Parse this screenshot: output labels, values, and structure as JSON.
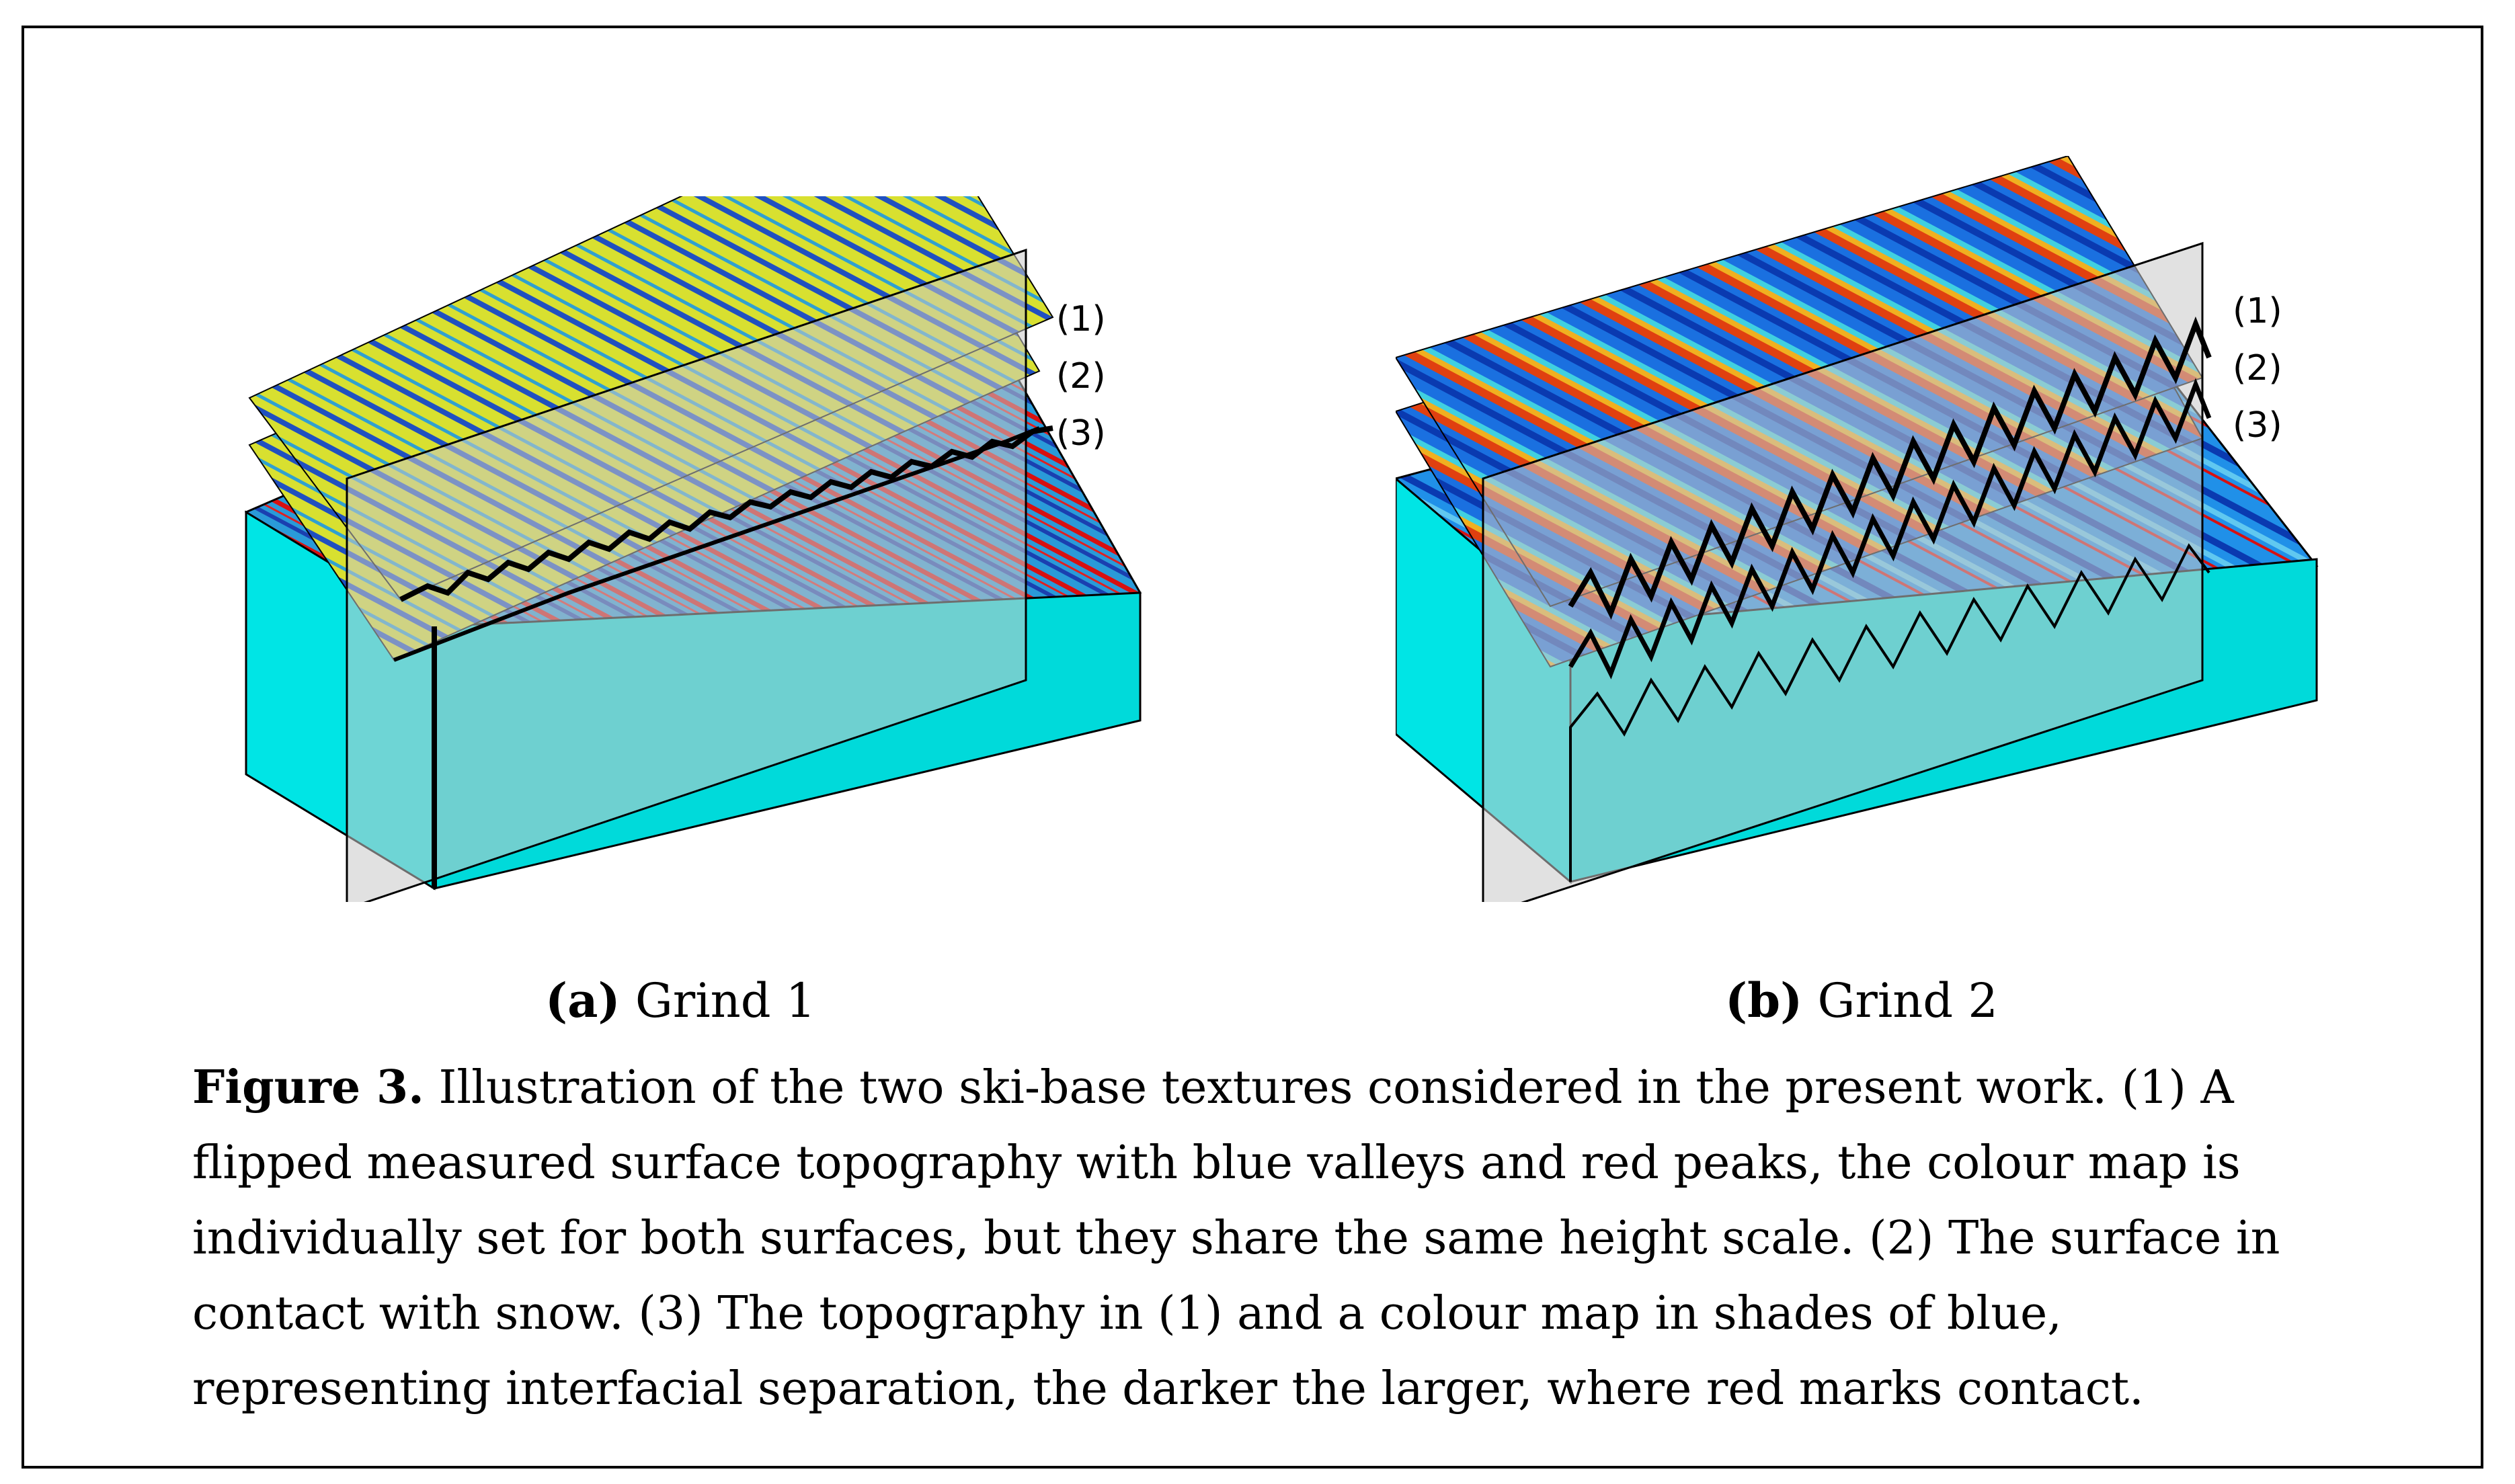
{
  "panels": [
    {
      "id": "a",
      "tag": "(a)",
      "title": "Grind 1",
      "labels": [
        "(1)",
        "(2)",
        "(3)"
      ]
    },
    {
      "id": "b",
      "tag": "(b)",
      "title": "Grind 2",
      "labels": [
        "(1)",
        "(2)",
        "(3)"
      ]
    }
  ],
  "caption": {
    "label": "Figure 3.",
    "text": " Illustration of the two ski-base textures considered in the present work. (1) A flipped measured surface topography with blue valleys and red peaks, the colour map is individually set for both surfaces, but they share the same height scale. (2) The surface in contact with snow. (3) The topography in (1) and a colour map in shades of blue, representing interfacial separation, the darker the larger, where red marks contact."
  },
  "colors": {
    "block": "#00e5e5",
    "block_side": "#00cccc",
    "plane": "#c8c8c8",
    "peak": "#d01010",
    "valley": "#1040c0",
    "mid": "#d8d820"
  }
}
